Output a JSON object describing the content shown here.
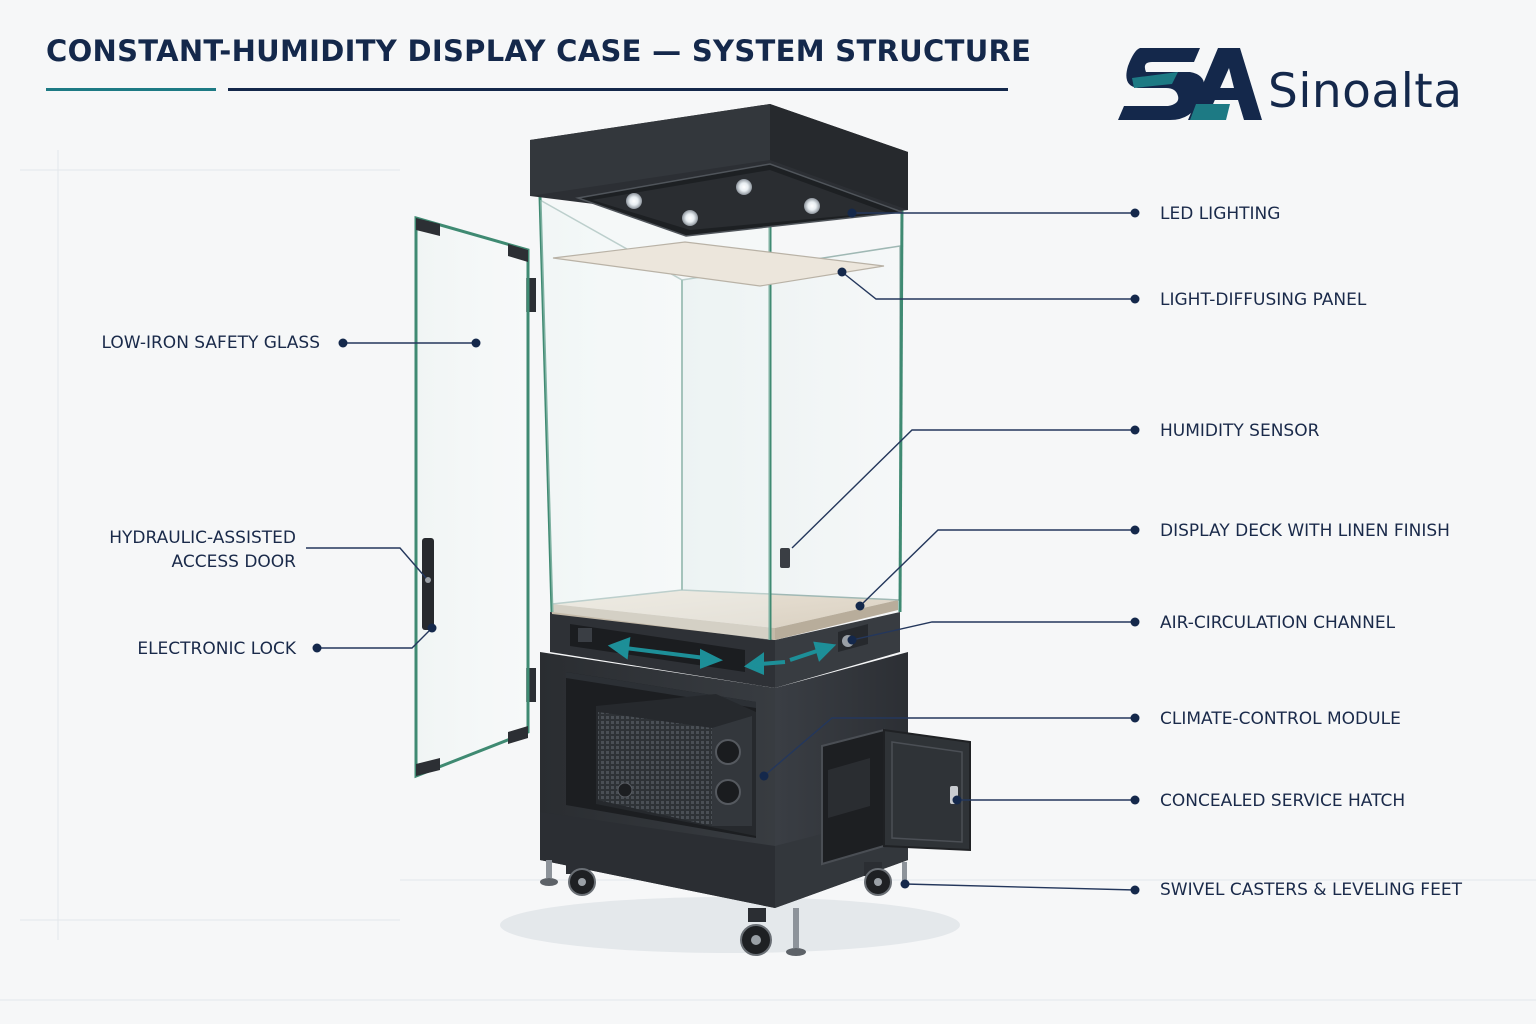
{
  "header": {
    "title": "CONSTANT-HUMIDITY DISPLAY CASE — SYSTEM STRUCTURE"
  },
  "brand": {
    "monogram": "SA",
    "name": "Sinoalta",
    "colors": {
      "navy": "#14284b",
      "teal": "#1d7a84"
    }
  },
  "callouts": {
    "right": [
      {
        "id": "led",
        "label": "LED LIGHTING"
      },
      {
        "id": "diffuser",
        "label": "LIGHT-DIFFUSING PANEL"
      },
      {
        "id": "sensor",
        "label": "HUMIDITY SENSOR"
      },
      {
        "id": "deck",
        "label": "DISPLAY DECK WITH LINEN FINISH"
      },
      {
        "id": "air",
        "label": "AIR-CIRCULATION CHANNEL"
      },
      {
        "id": "climate",
        "label": "CLIMATE-CONTROL MODULE"
      },
      {
        "id": "hatch",
        "label": "CONCEALED SERVICE HATCH"
      },
      {
        "id": "casters",
        "label": "SWIVEL CASTERS & LEVELING FEET"
      }
    ],
    "left": [
      {
        "id": "glass",
        "label": "LOW-IRON SAFETY GLASS"
      },
      {
        "id": "door",
        "line1": "HYDRAULIC-ASSISTED",
        "line2": "ACCESS DOOR"
      },
      {
        "id": "lock",
        "label": "ELECTRONIC LOCK"
      }
    ]
  }
}
